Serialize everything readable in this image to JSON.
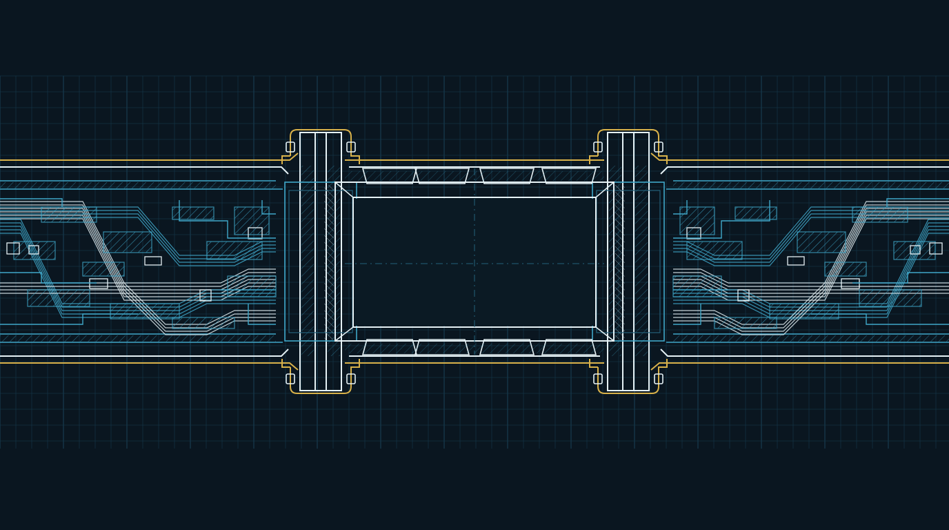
{
  "diagram": {
    "kind": "pipe-coupling-blueprint",
    "text": [],
    "colors": {
      "background": "#0a1620",
      "grid": "#15384a",
      "grid_major": "#1d4a60",
      "cyan": "#3fa7c9",
      "cyan_dim": "#23617a",
      "white": "#e6f2f6",
      "gold": "#d9b24a"
    },
    "parts": [
      "left-pipe",
      "left-flange",
      "center-body",
      "right-flange",
      "right-pipe",
      "grid-background"
    ]
  }
}
